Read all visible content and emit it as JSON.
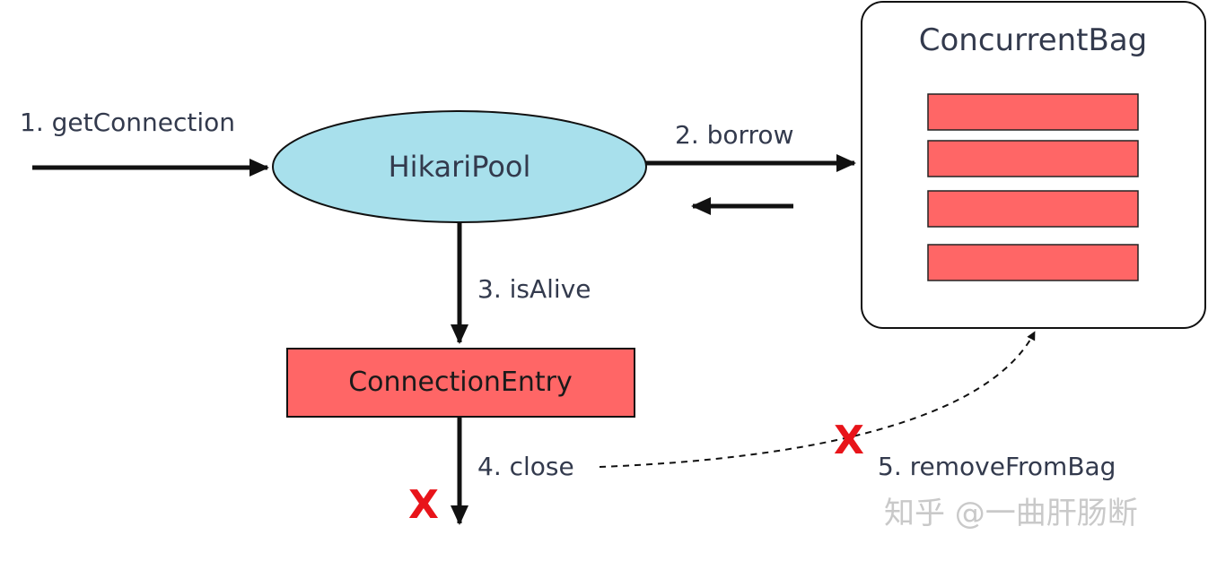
{
  "nodes": {
    "pool": "HikariPool",
    "bag": "ConcurrentBag",
    "entry": "ConnectionEntry"
  },
  "steps": {
    "get_connection": "1. getConnection",
    "borrow": "2. borrow",
    "is_alive": "3. isAlive",
    "close": "4. close",
    "remove_from_bag": "5. removeFromBag"
  },
  "marks": {
    "close_fail": "X",
    "remove_fail": "X"
  },
  "watermark": "知乎 @一曲肝肠断",
  "colors": {
    "pool_fill": "#a8e0ec",
    "entry_fill": "#ff6666",
    "mark_red": "#e8141a",
    "arrow": "#111111"
  }
}
